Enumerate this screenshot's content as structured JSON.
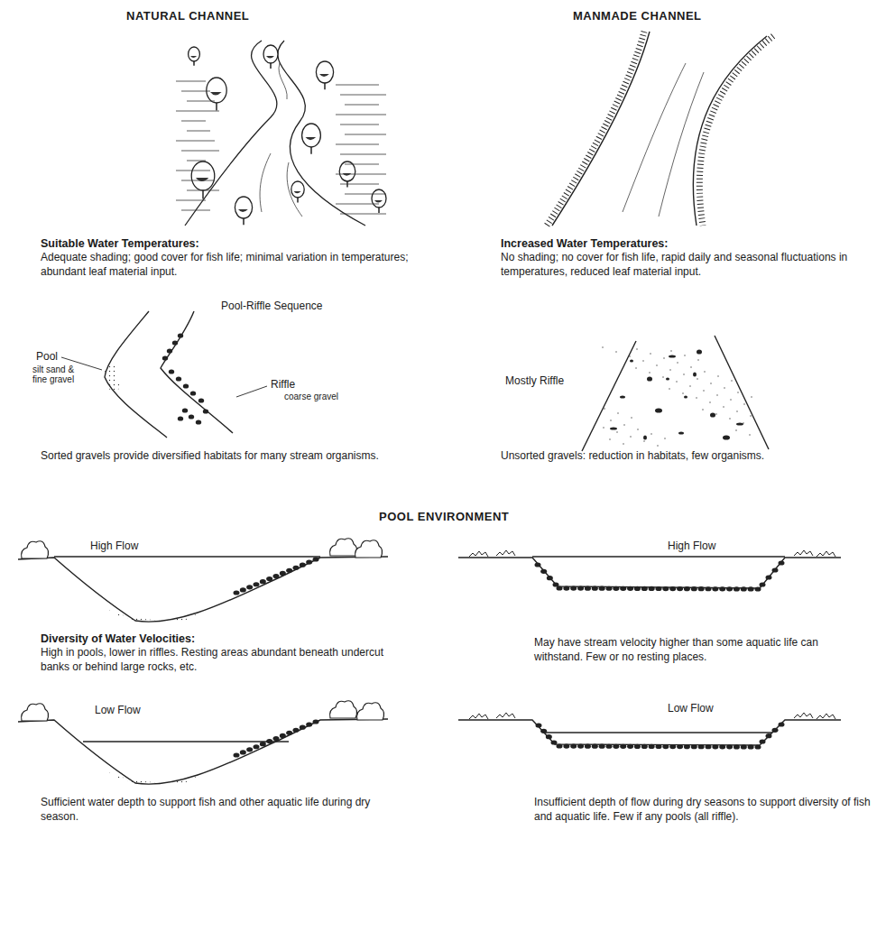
{
  "diagram": {
    "labels": [
      "NATURAL CHANNEL",
      "MANMADE CHANNEL",
      "Suitable Water Temperatures:",
      "Adequate shading; good cover for fish life; minimal variation in temperatures; abundant leaf material input.",
      "Increased Water Temperatures:",
      "No shading; no cover for fish life, rapid daily and seasonal fluctuations in temperatures, reduced leaf material input.",
      "Pool-Riffle Sequence",
      "Pool",
      "silt sand & fine gravel",
      "Riffle",
      "coarse gravel",
      "Sorted gravels provide diversified habitats for many stream organisms.",
      "Mostly Riffle",
      "Unsorted gravels: reduction in habitats, few organisms.",
      "POOL ENVIRONMENT",
      "High Flow",
      "Diversity of Water Velocities:",
      "High in pools, lower in riffles. Resting areas abundant beneath undercut banks or behind large rocks, etc.",
      "Low Flow",
      "Sufficient water depth to support fish and other aquatic life during dry season.",
      "High Flow",
      "May have stream velocity higher than some aquatic life can withstand. Few or no resting places.",
      "Low Flow",
      "Insufficient depth of flow during dry seasons to support diversity of fish and aquatic life. Few if any pools (all riffle)."
    ]
  }
}
